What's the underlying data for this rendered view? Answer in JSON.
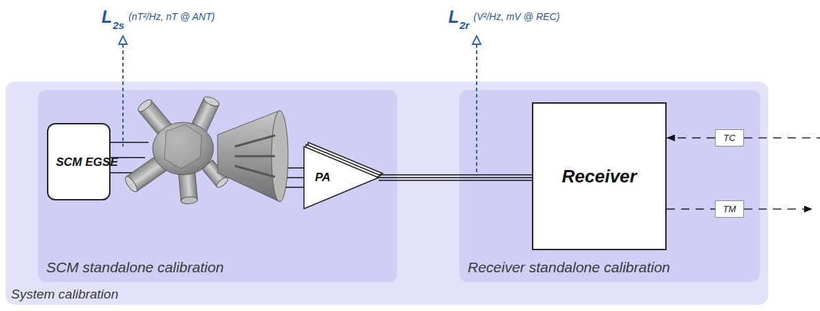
{
  "diagram": {
    "nodes": [
      {
        "text": [
          "System calibration"
        ]
      },
      {
        "text": [
          "SCM standalone calibration"
        ],
        "in": 0
      },
      {
        "text": [
          "SCM EGSE"
        ],
        "in": 1
      },
      {
        "text": [
          "PA"
        ],
        "in": 1
      },
      {
        "text": [
          "Receiver standalone calibration"
        ],
        "in": 0
      },
      {
        "text": [
          "Receiver"
        ],
        "in": 4
      },
      {
        "text": [
          "TC"
        ],
        "in": 4
      },
      {
        "text": [
          "TM"
        ],
        "in": 4
      }
    ],
    "edges": [
      {
        "from": 3,
        "to": 5,
        "arrow": "none"
      },
      {
        "from": 6,
        "to": 5,
        "arrow": "to"
      },
      {
        "from": 5,
        "to": 7,
        "arrow": "none"
      }
    ],
    "labels": [
      "L",
      "2s",
      "(nT²/Hz, nT @ ANT)",
      "L",
      "2r",
      "(V²/Hz, mV @ REC)"
    ]
  }
}
